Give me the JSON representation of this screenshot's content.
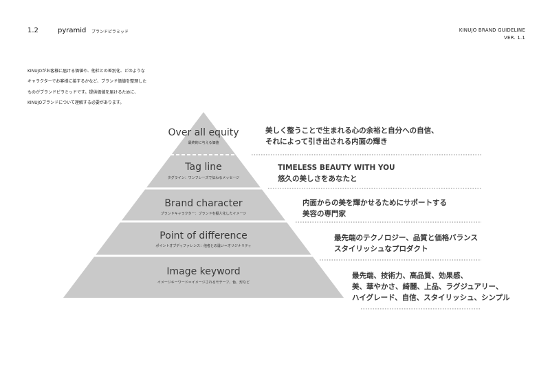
{
  "header": {
    "section_number": "1.2",
    "section_title": "pyramid",
    "section_subtitle": "ブランドピラミッド",
    "doc_title": "KINUJO BRAND GUIDELINE",
    "version": "VER. 1.1"
  },
  "intro": {
    "text": "KINUJOがお客様に届ける価値や、他社との差別化、どのようなキャラクターでお客様に接するかなど、ブランド価値を整理したものがブランドピラミッドです。提供価値を届けるために、KINUJOブランドについて理解する必要があります。"
  },
  "pyramid": {
    "levels": [
      {
        "title": "Over all equity",
        "subtitle": "最終的に与える価値",
        "desc_lines": [
          "美しく整うことで生まれる心の余裕と自分への自信、",
          "それによって引き出される内面の輝き"
        ]
      },
      {
        "title": "Tag line",
        "subtitle": "タグライン：ワンフレーズで伝わるメッセージ",
        "desc_lines": [
          "TIMELESS BEAUTY WITH YOU",
          "悠久の美しさをあなたと"
        ]
      },
      {
        "title": "Brand character",
        "subtitle": "ブランドキャラクター：ブランドを擬人化したイメージ",
        "desc_lines": [
          "内面からの美を輝かせるためにサポートする",
          "美容の専門家"
        ]
      },
      {
        "title": "Point of difference",
        "subtitle": "ポイントオブディファレンス：他者との違い＝オリジナリティ",
        "desc_lines": [
          "最先端のテクノロジー、品質と価格バランス",
          "スタイリッシュなプロダクト"
        ]
      },
      {
        "title": "Image keyword",
        "subtitle": "イメージキーワード＝イメージされるモチーフ、色、形など",
        "desc_lines": [
          "最先端、技術力、高品質、効果感、",
          "美、華やかさ、綺麗、上品、ラグジュアリー、",
          "ハイグレード、自信、スタイリッシュ、シンプル"
        ]
      }
    ]
  },
  "colors": {
    "pyramid_fill": "#c9c9c9",
    "divider": "#ffffff",
    "dotted_line": "#888888"
  }
}
